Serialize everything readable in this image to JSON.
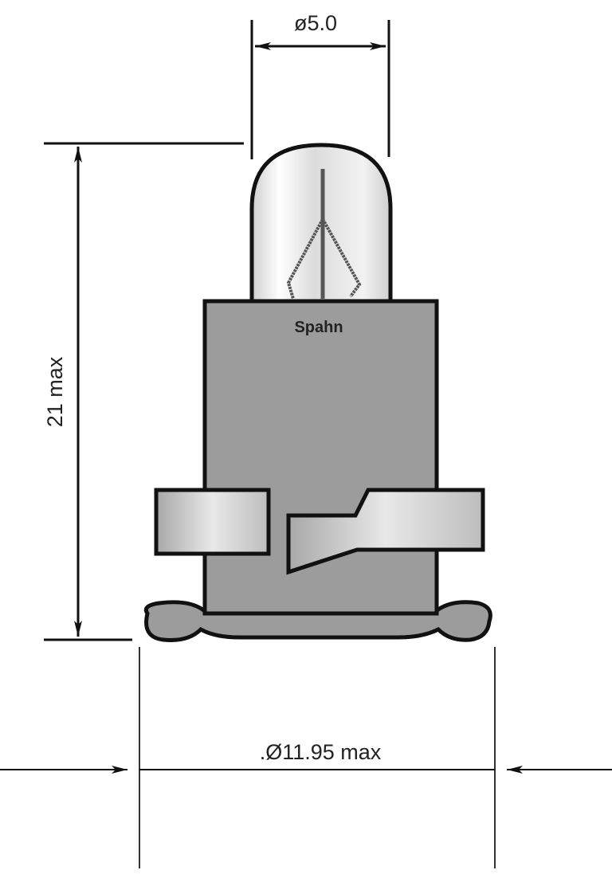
{
  "dimensions": {
    "bulb_diameter": "ø5.0",
    "height": "21 max",
    "base_diameter": ".Ø11.95 max"
  },
  "brand_label": "Spahn",
  "colors": {
    "line": "#111111",
    "base_fill": "#9c9c9c",
    "clip_fill": "#c8c8c8",
    "glass_fill": "#e4e4e4"
  }
}
